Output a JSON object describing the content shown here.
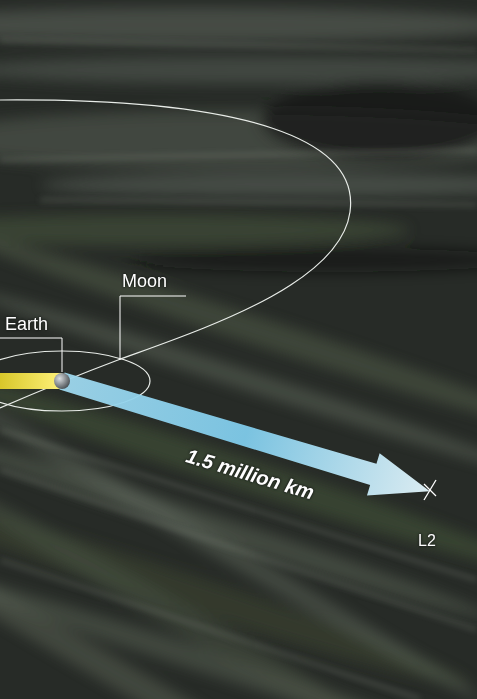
{
  "diagram": {
    "labels": [
      "Earth",
      "Moon",
      "1.5 million km",
      "L2"
    ]
  }
}
